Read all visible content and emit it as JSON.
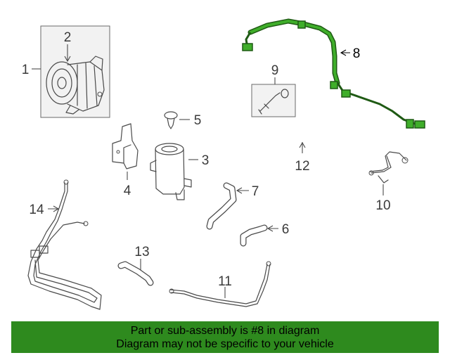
{
  "callouts": {
    "c1": "1",
    "c2": "2",
    "c3": "3",
    "c4": "4",
    "c5": "5",
    "c6": "6",
    "c7": "7",
    "c8": "8",
    "c9": "9",
    "c10": "10",
    "c11": "11",
    "c12": "12",
    "c13": "13",
    "c14": "14"
  },
  "highlight": {
    "part_number": "8",
    "color": "#2e8a1e"
  },
  "banner": {
    "line1": "Part or sub-assembly is #8 in diagram",
    "line2": "Diagram may not be specific to your vehicle",
    "background": "#2e8a1e"
  }
}
